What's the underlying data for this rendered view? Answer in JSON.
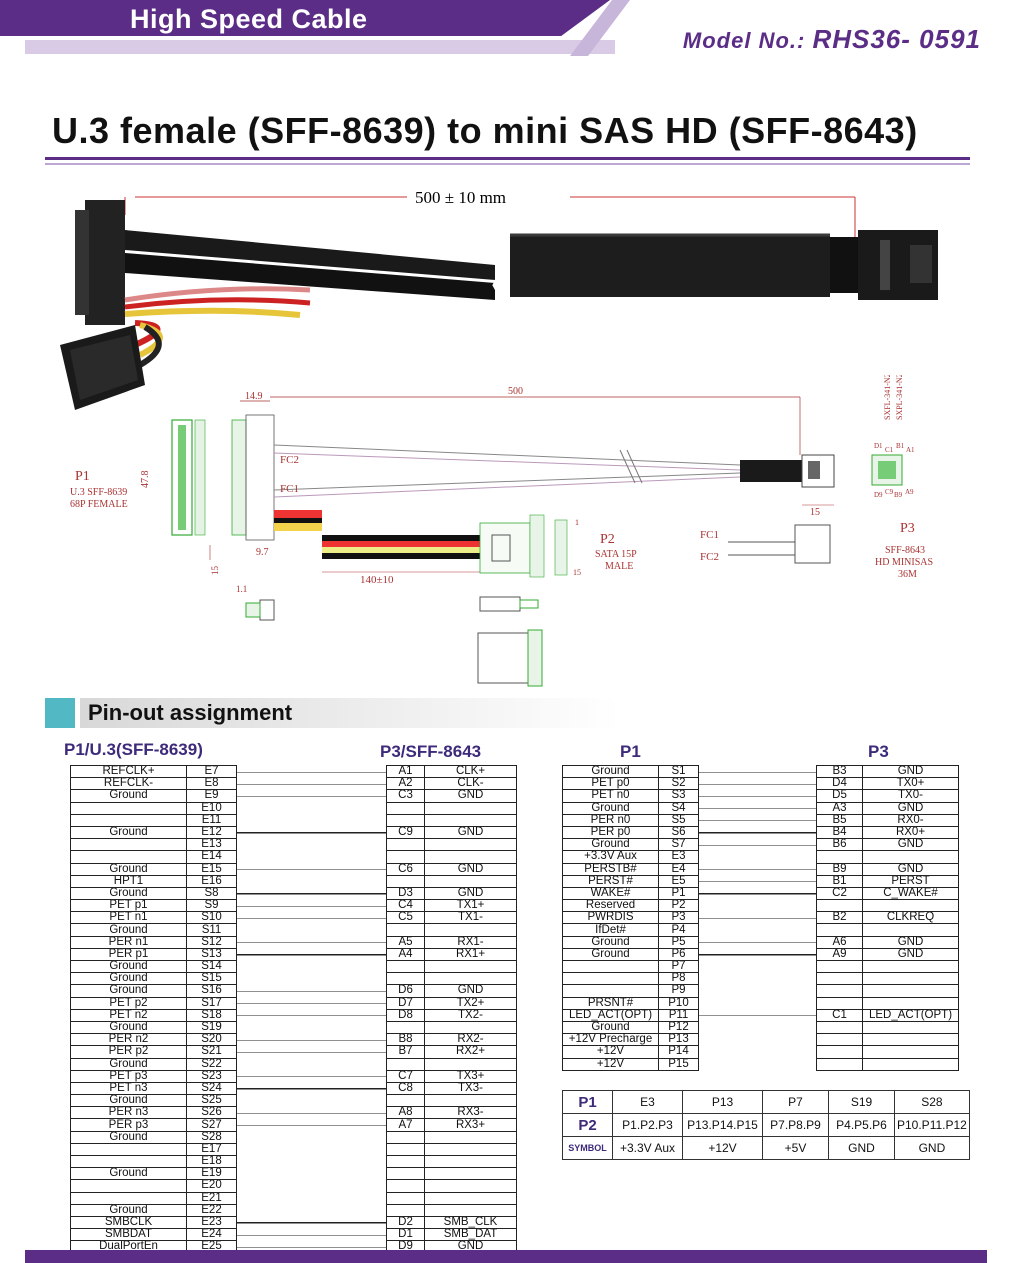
{
  "header": {
    "brand": "High Speed Cable",
    "model_label": "Model No.: ",
    "model_value": "RHS36- 0591"
  },
  "title": "U.3 female (SFF-8639) to mini SAS HD (SFF-8643)",
  "photo": {
    "length": "500 ± 10 mm"
  },
  "drawing": {
    "len_top": "500",
    "dim_14_9": "14.9",
    "dim_47_8": "47.8",
    "dim_9_7": "9.7",
    "dim_15v": "15",
    "dim_1_1": "1.1",
    "dim_140": "140±10",
    "dim_15": "15",
    "fc2": "FC2",
    "fc1": "FC1",
    "fc1b": "FC1",
    "fc2b": "FC2",
    "p1_title": "P1",
    "p1_l1": "U.3 SFF-8639",
    "p1_l2": "68P FEMALE",
    "p2_title": "P2",
    "p2_l1": "SATA 15P",
    "p2_l2": "MALE",
    "p2_pin1": "1",
    "p2_pin15": "15",
    "p3_title": "P3",
    "p3_l1": "SFF-8643",
    "p3_l2": "HD MINISAS",
    "p3_l3": "36M",
    "p3_vert1": "SXFL-341-N2",
    "p3_vert2": "SXPL-341-N2",
    "p3_d1": "D1",
    "p3_a1": "A1",
    "p3_b1": "B1",
    "p3_c1": "C1",
    "p3_d9": "D9",
    "p3_c9": "C9",
    "p3_b9": "B9",
    "p3_a9": "A9"
  },
  "section_title": "Pin-out assignment",
  "left_table": {
    "h1": "P1/U.3(SFF-8639)",
    "h2": "P3/SFF-8643",
    "rows": [
      [
        "REFCLK+",
        "E7",
        "A1",
        "CLK+"
      ],
      [
        "REFCLK-",
        "E8",
        "A2",
        "CLK-"
      ],
      [
        "Ground",
        "E9",
        "C3",
        "GND"
      ],
      [
        "",
        "E10",
        "",
        ""
      ],
      [
        "",
        "E11",
        "",
        ""
      ],
      [
        "Ground",
        "E12",
        "C9",
        "GND"
      ],
      [
        "",
        "E13",
        "",
        ""
      ],
      [
        "",
        "E14",
        "",
        ""
      ],
      [
        "Ground",
        "E15",
        "C6",
        "GND"
      ],
      [
        "HPT1",
        "E16",
        "",
        ""
      ],
      [
        "Ground",
        "S8",
        "D3",
        "GND"
      ],
      [
        "PET p1",
        "S9",
        "C4",
        "TX1+"
      ],
      [
        "PET n1",
        "S10",
        "C5",
        "TX1-"
      ],
      [
        "Ground",
        "S11",
        "",
        ""
      ],
      [
        "PER n1",
        "S12",
        "A5",
        "RX1-"
      ],
      [
        "PER p1",
        "S13",
        "A4",
        "RX1+"
      ],
      [
        "Ground",
        "S14",
        "",
        ""
      ],
      [
        "Ground",
        "S15",
        "",
        ""
      ],
      [
        "Ground",
        "S16",
        "D6",
        "GND"
      ],
      [
        "PET p2",
        "S17",
        "D7",
        "TX2+"
      ],
      [
        "PET n2",
        "S18",
        "D8",
        "TX2-"
      ],
      [
        "Ground",
        "S19",
        "",
        ""
      ],
      [
        "PER n2",
        "S20",
        "B8",
        "RX2-"
      ],
      [
        "PER p2",
        "S21",
        "B7",
        "RX2+"
      ],
      [
        "Ground",
        "S22",
        "",
        ""
      ],
      [
        "PET p3",
        "S23",
        "C7",
        "TX3+"
      ],
      [
        "PET n3",
        "S24",
        "C8",
        "TX3-"
      ],
      [
        "Ground",
        "S25",
        "",
        ""
      ],
      [
        "PER n3",
        "S26",
        "A8",
        "RX3-"
      ],
      [
        "PER p3",
        "S27",
        "A7",
        "RX3+"
      ],
      [
        "Ground",
        "S28",
        "",
        ""
      ],
      [
        "",
        "E17",
        "",
        ""
      ],
      [
        "",
        "E18",
        "",
        ""
      ],
      [
        "Ground",
        "E19",
        "",
        ""
      ],
      [
        "",
        "E20",
        "",
        ""
      ],
      [
        "",
        "E21",
        "",
        ""
      ],
      [
        "Ground",
        "E22",
        "",
        ""
      ],
      [
        "SMBCLK",
        "E23",
        "D2",
        "SMB_CLK"
      ],
      [
        "SMBDAT",
        "E24",
        "D1",
        "SMB_DAT"
      ],
      [
        "DualPortEn",
        "E25",
        "D9",
        "GND"
      ]
    ]
  },
  "right_table": {
    "h1": "P1",
    "h2": "P3",
    "rows": [
      [
        "Ground",
        "S1",
        "B3",
        "GND"
      ],
      [
        "PET p0",
        "S2",
        "D4",
        "TX0+"
      ],
      [
        "PET n0",
        "S3",
        "D5",
        "TX0-"
      ],
      [
        "Ground",
        "S4",
        "A3",
        "GND"
      ],
      [
        "PER n0",
        "S5",
        "B5",
        "RX0-"
      ],
      [
        "PER p0",
        "S6",
        "B4",
        "RX0+"
      ],
      [
        "Ground",
        "S7",
        "B6",
        "GND"
      ],
      [
        "+3.3V Aux",
        "E3",
        "",
        ""
      ],
      [
        "PERSTB#",
        "E4",
        "B9",
        "GND"
      ],
      [
        "PERST#",
        "E5",
        "B1",
        "PERST"
      ],
      [
        "WAKE#",
        "P1",
        "C2",
        "C_WAKE#"
      ],
      [
        "Reserved",
        "P2",
        "",
        ""
      ],
      [
        "PWRDIS",
        "P3",
        "B2",
        "CLKREQ"
      ],
      [
        "IfDet#",
        "P4",
        "",
        ""
      ],
      [
        "Ground",
        "P5",
        "A6",
        "GND"
      ],
      [
        "Ground",
        "P6",
        "A9",
        "GND"
      ],
      [
        "",
        "P7",
        "",
        ""
      ],
      [
        "",
        "P8",
        "",
        ""
      ],
      [
        "",
        "P9",
        "",
        ""
      ],
      [
        "PRSNT#",
        "P10",
        "",
        ""
      ],
      [
        "LED_ACT(OPT)",
        "P11",
        "C1",
        "LED_ACT(OPT)"
      ],
      [
        "Ground",
        "P12",
        "",
        ""
      ],
      [
        "+12V Precharge",
        "P13",
        "",
        ""
      ],
      [
        "+12V",
        "P14",
        "",
        ""
      ],
      [
        "+12V",
        "P15",
        "",
        ""
      ]
    ]
  },
  "symbol_table": {
    "r1": [
      "P1",
      "E3",
      "P13",
      "P7",
      "S19",
      "S28"
    ],
    "r2": [
      "P2",
      "P1.P2.P3",
      "P13.P14.P15",
      "P7.P8.P9",
      "P4.P5.P6",
      "P10.P11.P12"
    ],
    "r3": [
      "SYMBOL",
      "+3.3V Aux",
      "+12V",
      "+5V",
      "GND",
      "GND"
    ]
  }
}
